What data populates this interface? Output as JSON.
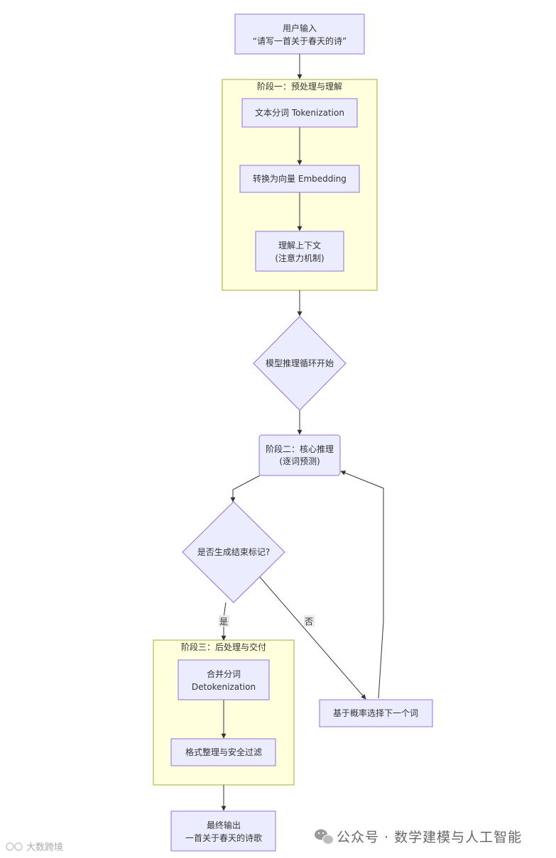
{
  "diagram": {
    "clusters": {
      "stage1": {
        "title": "阶段一：预处理与理解"
      },
      "stage3": {
        "title": "阶段三：后处理与交付"
      }
    },
    "nodes": {
      "user_input": {
        "line1": "用户输入",
        "line2": "“请写一首关于春天的诗”"
      },
      "tokenize": {
        "label": "文本分词 Tokenization"
      },
      "embed": {
        "label": "转换为向量 Embedding"
      },
      "context": {
        "line1": "理解上下文",
        "line2": "(注意力机制)"
      },
      "loop_start": {
        "label": "模型推理循环开始"
      },
      "core": {
        "line1": "阶段二：核心推理",
        "line2": "(逐词预测)"
      },
      "end_check": {
        "label": "是否生成结束标记?"
      },
      "sample": {
        "label": "基于概率选择下一个词"
      },
      "merge": {
        "line1": "合并分词",
        "line2": "Detokenization"
      },
      "format": {
        "label": "格式整理与安全过滤"
      },
      "output": {
        "line1": "最终输出",
        "line2": "一首关于春天的诗歌"
      }
    },
    "edges": {
      "yes_label": "是",
      "no_label": "否"
    },
    "colors": {
      "node_fill": "#ececff",
      "node_stroke": "#9370db",
      "cluster_fill": "#ffffde",
      "cluster_stroke": "#aaaa33",
      "edge": "#333333"
    }
  },
  "watermark": {
    "wechat": "公众号 · 数学建模与人工智能",
    "corner": "大数跨境"
  }
}
